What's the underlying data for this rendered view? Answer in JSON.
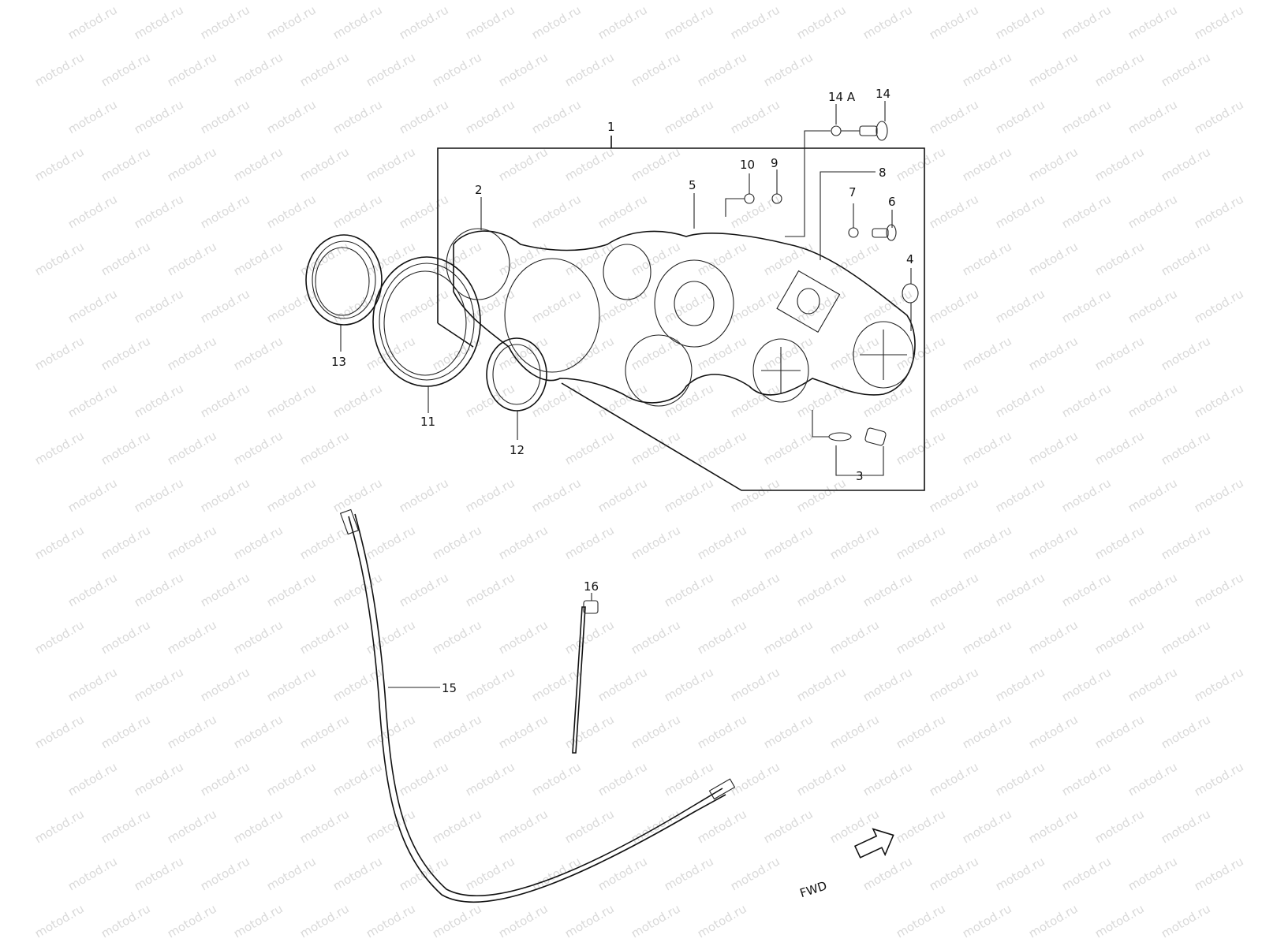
{
  "watermark": {
    "text": "motod.ru",
    "color": "#d9d9d9"
  },
  "callouts": {
    "p1": "1",
    "p2": "2",
    "p3": "3",
    "p4": "4",
    "p5": "5",
    "p6": "6",
    "p7": "7",
    "p8": "8",
    "p9": "9",
    "p10": "10",
    "p11": "11",
    "p12": "12",
    "p13": "13",
    "p14": "14",
    "p14a": "14 A",
    "p15": "15",
    "p16": "16"
  },
  "direction_label": "FWD"
}
